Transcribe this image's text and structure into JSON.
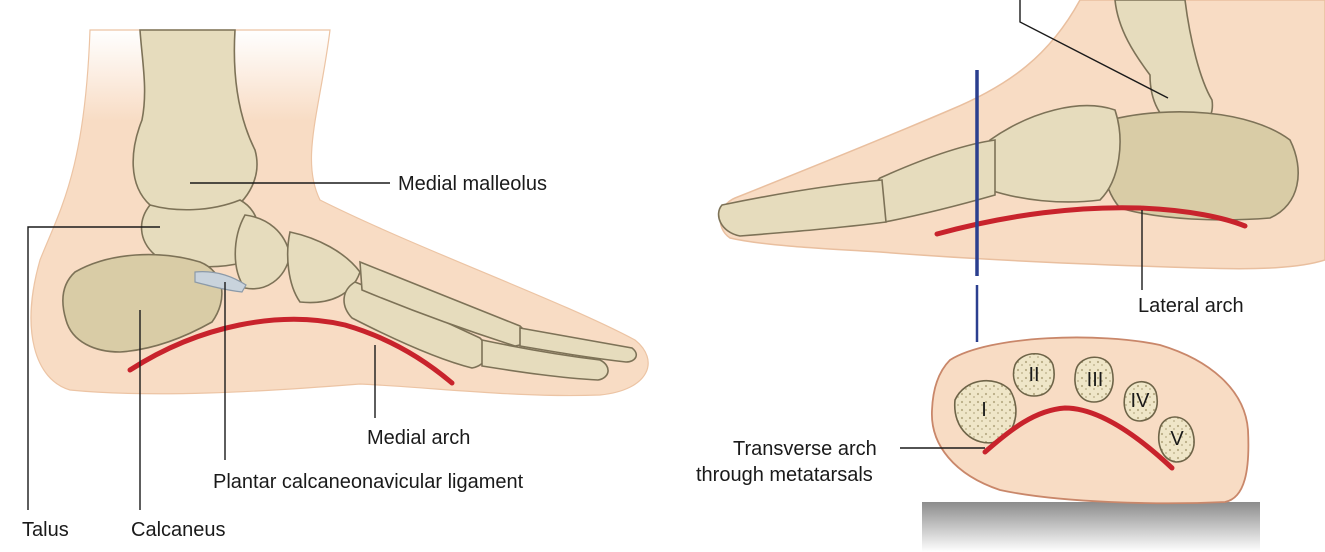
{
  "labels": {
    "medial_malleolus": "Medial malleolus",
    "talus": "Talus",
    "calcaneus": "Calcaneus",
    "plantar_ligament": "Plantar calcaneonavicular ligament",
    "medial_arch": "Medial arch",
    "lateral_arch": "Lateral arch",
    "transverse_arch_line1": "Transverse arch",
    "transverse_arch_line2": "through metatarsals"
  },
  "metatarsals": [
    "I",
    "II",
    "III",
    "IV",
    "V"
  ],
  "colors": {
    "arch_line": "#c8232c",
    "section_line": "#2b3f8f",
    "skin": "#f8dcc4",
    "bone": "#e6dcbd",
    "ground": "#a9a9a9"
  }
}
